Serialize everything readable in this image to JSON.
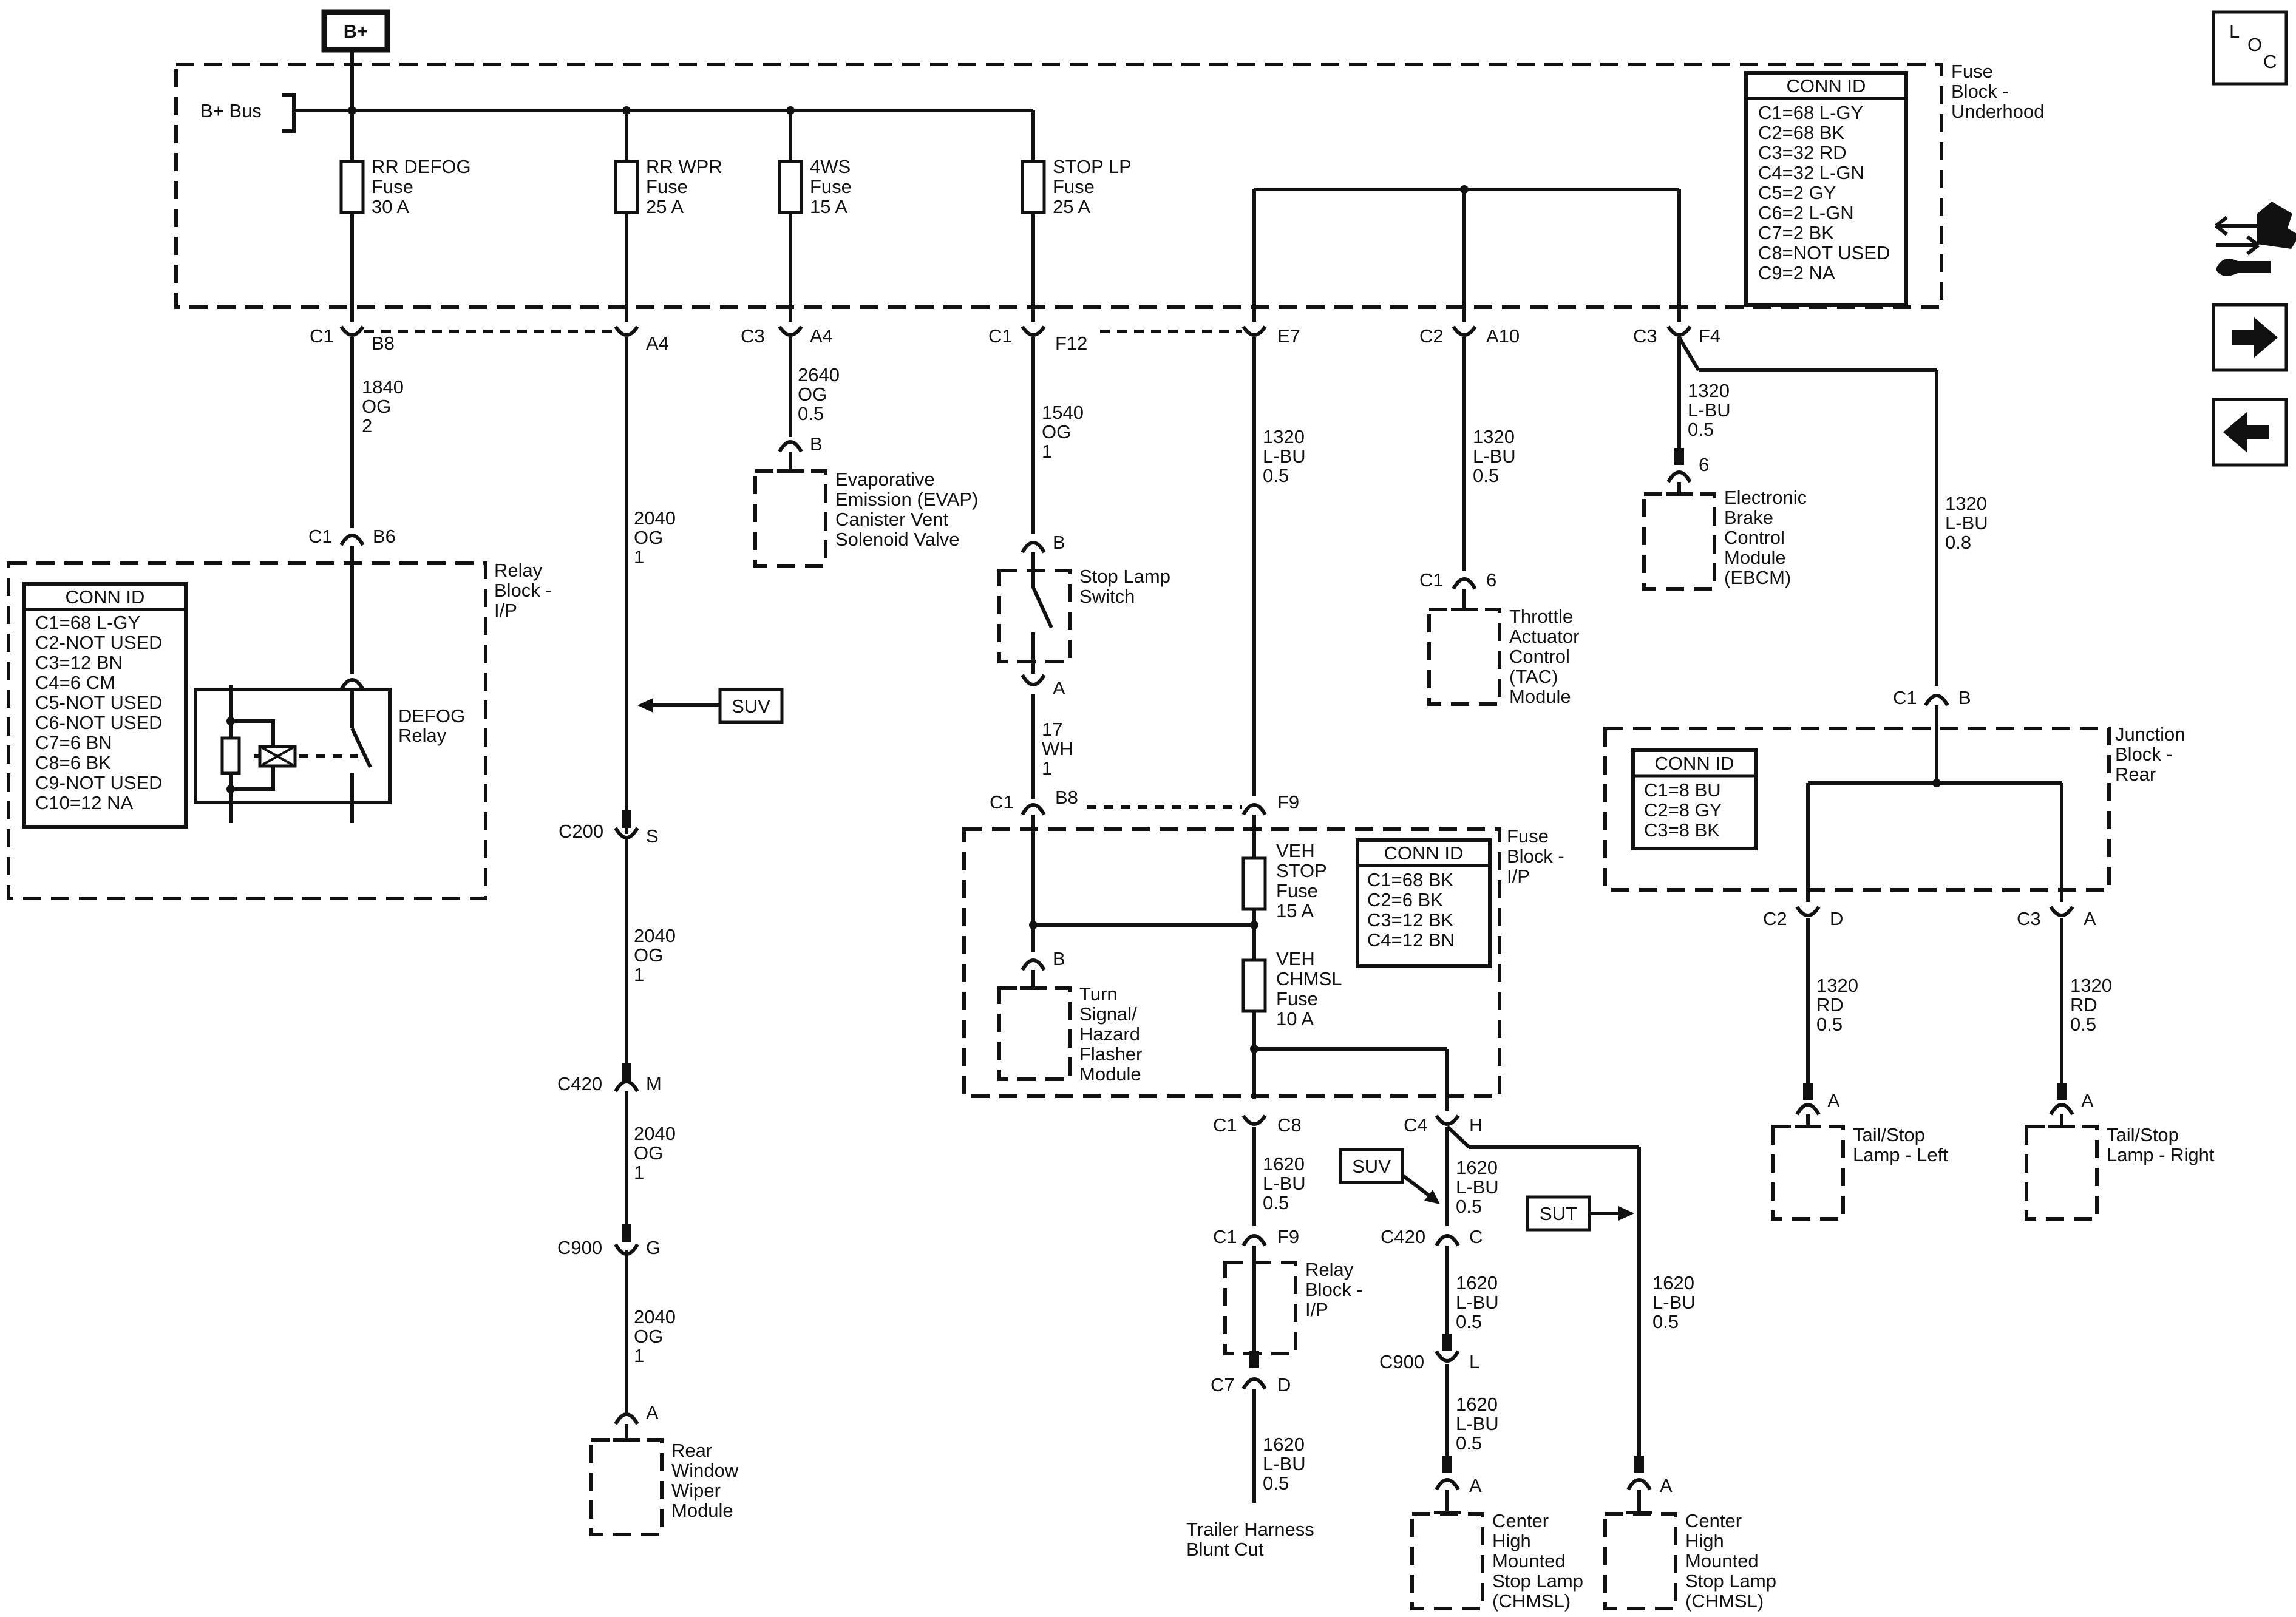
{
  "power": {
    "source_label": "B+",
    "bus_label": "B+ Bus"
  },
  "loc_icon": {
    "l": "L",
    "o": "O",
    "c": "C"
  },
  "nav_icons": [
    "wrench-swap-icon",
    "arrow-right-icon",
    "arrow-left-icon"
  ],
  "fuse_block_underhood": {
    "title": [
      "Fuse",
      "Block -",
      "Underhood"
    ],
    "conn_title": "CONN ID",
    "conn": [
      "C1=68 L-GY",
      "C2=68 BK",
      "C3=32 RD",
      "C4=32 L-GN",
      "C5=2 GY",
      "C6=2 L-GN",
      "C7=2 BK",
      "C8=NOT USED",
      "C9=2 NA"
    ],
    "fuses": [
      [
        "RR DEFOG",
        "Fuse",
        "30 A"
      ],
      [
        "RR WPR",
        "Fuse",
        "25 A"
      ],
      [
        "4WS",
        "Fuse",
        "15 A"
      ],
      [
        "STOP LP",
        "Fuse",
        "25 A"
      ]
    ]
  },
  "relay_block_ip": {
    "title": [
      "Relay",
      "Block -",
      "I/P"
    ],
    "conn_title": "CONN ID",
    "conn": [
      "C1=68 L-GY",
      "C2-NOT USED",
      "C3=12 BN",
      "C4=6 CM",
      "C5-NOT USED",
      "C6-NOT USED",
      "C7=6 BN",
      "C8=6 BK",
      "C9-NOT USED",
      "C10=12 NA"
    ],
    "relay": [
      "DEFOG",
      "Relay"
    ]
  },
  "fuse_block_ip": {
    "title": [
      "Fuse",
      "Block -",
      "I/P"
    ],
    "conn_title": "CONN ID",
    "conn": [
      "C1=68 BK",
      "C2=6 BK",
      "C3=12 BK",
      "C4=12 BN"
    ],
    "fuses": [
      [
        "VEH",
        "STOP",
        "Fuse",
        "15 A"
      ],
      [
        "VEH",
        "CHMSL",
        "Fuse",
        "10 A"
      ]
    ]
  },
  "junction_block_rear": {
    "title": [
      "Junction",
      "Block -",
      "Rear"
    ],
    "conn_title": "CONN ID",
    "conn": [
      "C1=8 BU",
      "C2=8 GY",
      "C3=8 BK"
    ]
  },
  "relay_block_small": [
    "Relay",
    "Block -",
    "I/P"
  ],
  "connectors": [
    [
      "C1",
      "B8"
    ],
    [
      "A4"
    ],
    [
      "C3",
      "A4"
    ],
    [
      "C1",
      "F12"
    ],
    [
      "E7"
    ],
    [
      "C2",
      "A10"
    ],
    [
      "C3",
      "F4"
    ],
    [
      "C1",
      "B6"
    ],
    [
      "B"
    ],
    [
      "B"
    ],
    [
      "A"
    ],
    [
      "C1",
      "B8"
    ],
    [
      "F9"
    ],
    [
      "B"
    ],
    [
      "C200",
      "S"
    ],
    [
      "C420",
      "M"
    ],
    [
      "C900",
      "G"
    ],
    [
      "A"
    ],
    [
      "C1",
      "C8"
    ],
    [
      "C4",
      "H"
    ],
    [
      "C420",
      "C"
    ],
    [
      "C900",
      "L"
    ],
    [
      "A"
    ],
    [
      "C1",
      "F9"
    ],
    [
      "C7",
      "D"
    ],
    [
      "A"
    ],
    [
      "6"
    ],
    [
      "C1",
      "6"
    ],
    [
      "C1",
      "B"
    ],
    [
      "C2",
      "D"
    ],
    [
      "C3",
      "A"
    ],
    [
      "A"
    ],
    [
      "A"
    ]
  ],
  "wires": [
    [
      "1840",
      "OG",
      "2"
    ],
    [
      "2040",
      "OG",
      "1"
    ],
    [
      "2640",
      "OG",
      "0.5"
    ],
    [
      "1540",
      "OG",
      "1"
    ],
    [
      "17",
      "WH",
      "1"
    ],
    [
      "1320",
      "L-BU",
      "0.5"
    ],
    [
      "1320",
      "L-BU",
      "0.5"
    ],
    [
      "1320",
      "L-BU",
      "0.5"
    ],
    [
      "1320",
      "L-BU",
      "0.8"
    ],
    [
      "2040",
      "OG",
      "1"
    ],
    [
      "2040",
      "OG",
      "1"
    ],
    [
      "2040",
      "OG",
      "1"
    ],
    [
      "1620",
      "L-BU",
      "0.5"
    ],
    [
      "1620",
      "L-BU",
      "0.5"
    ],
    [
      "1620",
      "L-BU",
      "0.5"
    ],
    [
      "1620",
      "L-BU",
      "0.5"
    ],
    [
      "1620",
      "L-BU",
      "0.5"
    ],
    [
      "1620",
      "L-BU",
      "0.5"
    ],
    [
      "1320",
      "RD",
      "0.5"
    ],
    [
      "1320",
      "RD",
      "0.5"
    ]
  ],
  "components": [
    [
      "Evaporative",
      "Emission (EVAP)",
      "Canister Vent",
      "Solenoid Valve"
    ],
    [
      "Stop Lamp",
      "Switch"
    ],
    [
      "Turn",
      "Signal/",
      "Hazard",
      "Flasher",
      "Module"
    ],
    [
      "Throttle",
      "Actuator",
      "Control",
      "(TAC)",
      "Module"
    ],
    [
      "Electronic",
      "Brake",
      "Control",
      "Module",
      "(EBCM)"
    ],
    [
      "Rear",
      "Window",
      "Wiper",
      "Module"
    ],
    [
      "Trailer Harness",
      "Blunt Cut"
    ],
    [
      "Center",
      "High",
      "Mounted",
      "Stop Lamp",
      "(CHMSL)"
    ],
    [
      "Center",
      "High",
      "Mounted",
      "Stop Lamp",
      "(CHMSL)"
    ],
    [
      "Tail/Stop",
      "Lamp - Left"
    ],
    [
      "Tail/Stop",
      "Lamp - Right"
    ]
  ],
  "options": [
    "SUV",
    "SUV",
    "SUT"
  ]
}
